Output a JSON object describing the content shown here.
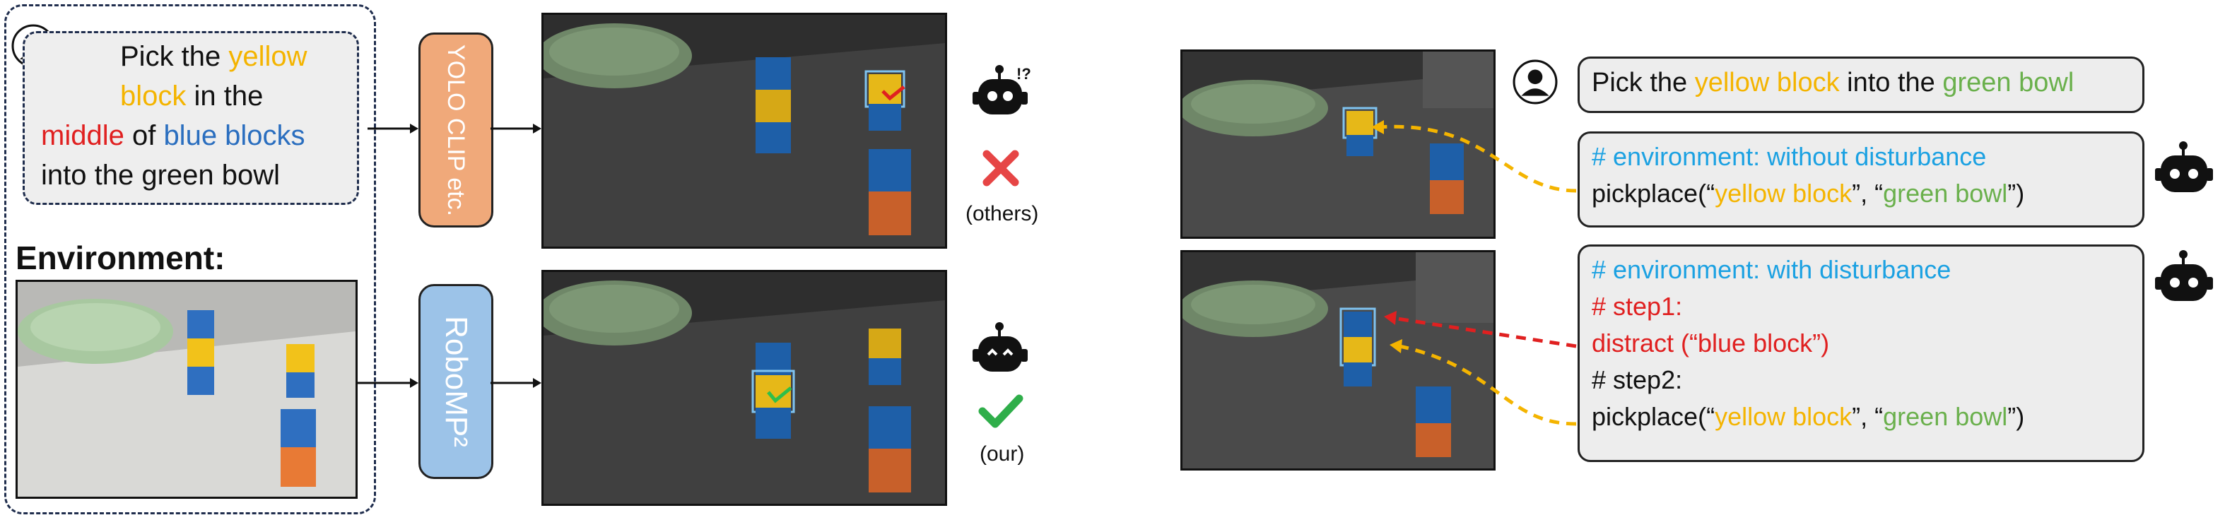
{
  "left": {
    "instruction": {
      "w1": "Pick the ",
      "w2": "yellow",
      "w3": "block",
      "w4": " in the",
      "w5": "middle",
      "w6": " of ",
      "w7": "blue blocks",
      "w8": "into the green bowl"
    },
    "environment_label": "Environment:",
    "method_top": "YOLO CLIP etc.",
    "method_bottom": "RoboMP²",
    "others_caption": "(others)",
    "our_caption": "(our)"
  },
  "right": {
    "instruction": {
      "w1": "Pick the ",
      "w2": "yellow block",
      "w3": " into the ",
      "w4": "green bowl"
    },
    "panel_top": {
      "comment": "# environment: without disturbance",
      "code_pre": "pickplace(“",
      "arg1": "yellow block",
      "code_mid": "”,  “",
      "arg2": "green bowl",
      "code_post": "”)"
    },
    "panel_bottom": {
      "comment": "# environment: with disturbance",
      "step1": "# step1:",
      "distract": "distract (“blue block”)",
      "step2": "# step2:",
      "code_pre": "pickplace(“",
      "arg1": "yellow block",
      "code_mid": "”,  “",
      "arg2": "green bowl",
      "code_post": "”)"
    }
  },
  "colors": {
    "yellow": "#f4b400",
    "blue": "#2a6ebf",
    "red": "#e02020",
    "green": "#6ab04c",
    "comment_blue": "#1ba1e2",
    "yolo_box": "#f0a97a",
    "robomp_box": "#9cc3e8"
  }
}
